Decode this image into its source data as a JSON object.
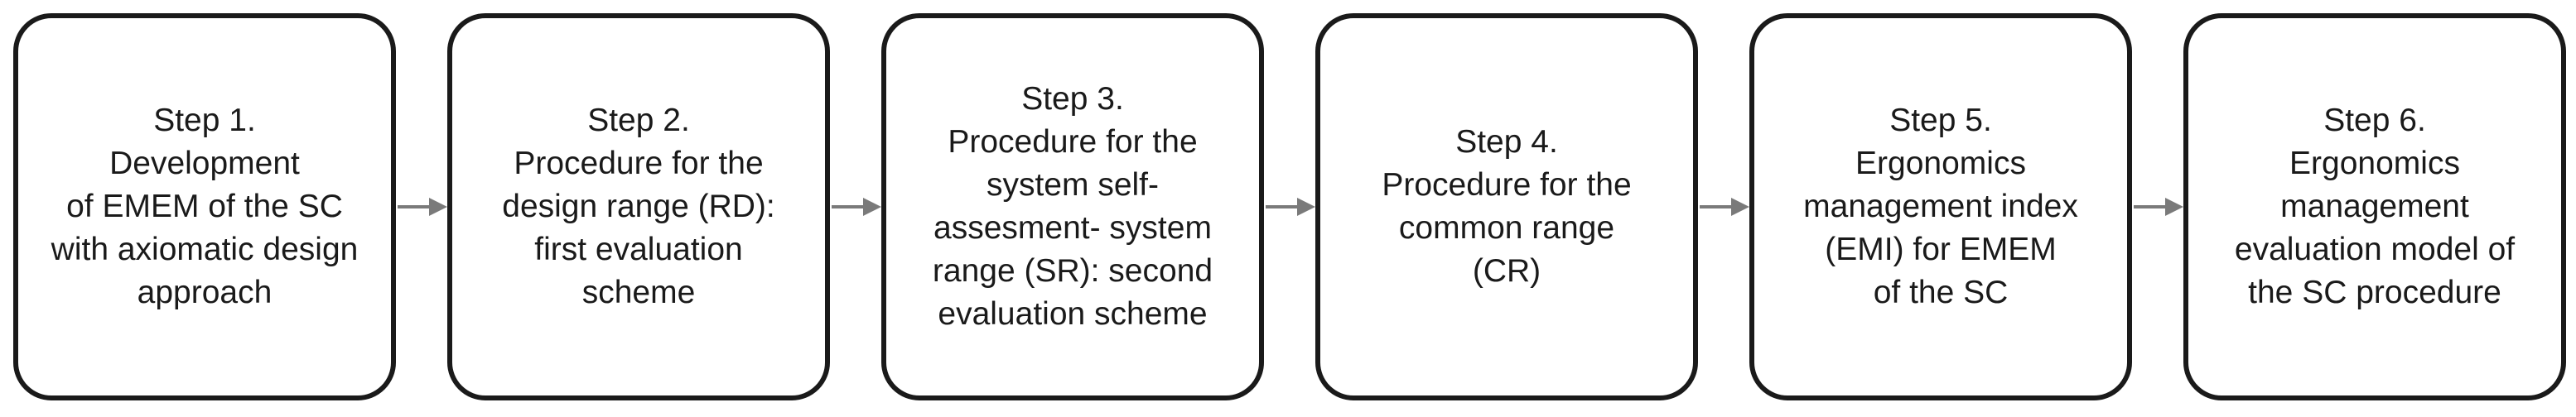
{
  "steps": [
    {
      "lines": [
        "Step 1.",
        "Development",
        "of EMEM of the SC",
        "with axiomatic design",
        "approach"
      ]
    },
    {
      "lines": [
        "Step 2.",
        "Procedure for the",
        "design range (RD):",
        "first evaluation",
        "scheme"
      ]
    },
    {
      "lines": [
        "Step 3.",
        "Procedure for the",
        "system self-",
        "assesment- system",
        "range (SR): second",
        "evaluation scheme"
      ]
    },
    {
      "lines": [
        "Step 4.",
        "Procedure for the",
        "common range",
        "(CR)"
      ]
    },
    {
      "lines": [
        "Step 5.",
        "Ergonomics",
        "management index",
        "(EMI) for EMEM",
        "of the SC"
      ]
    },
    {
      "lines": [
        "Step 6.",
        "Ergonomics",
        "management",
        "evaluation model of",
        "the SC procedure"
      ]
    }
  ],
  "colors": {
    "box_border": "#1a1a1a",
    "arrow": "#7a7a7a",
    "text": "#1a1a1a"
  }
}
